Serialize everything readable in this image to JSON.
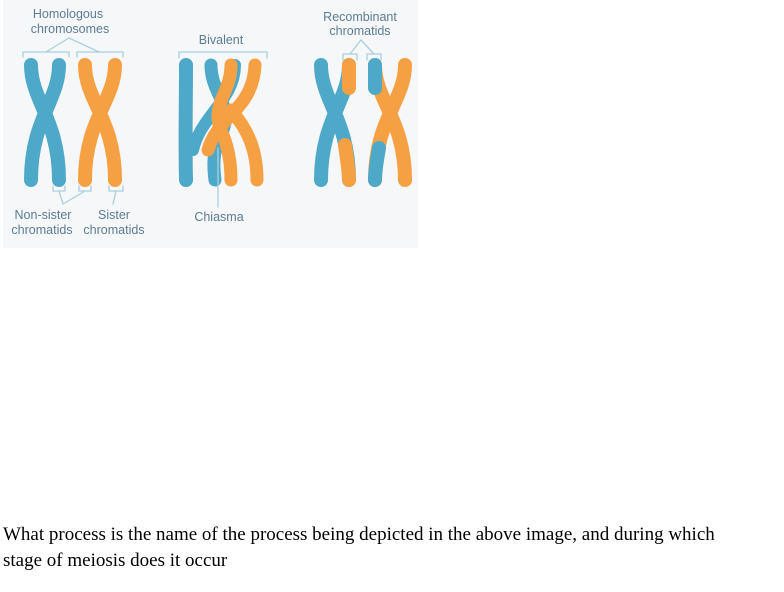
{
  "diagram": {
    "labels": {
      "homologous_line1": "Homologous",
      "homologous_line2": "chromosomes",
      "bivalent": "Bivalent",
      "recombinant_line1": "Recombinant",
      "recombinant_line2": "chromatids",
      "non_sister_line1": "Non-sister",
      "non_sister_line2": "chromatids",
      "sister_line1": "Sister",
      "sister_line2": "chromatids",
      "chiasma": "Chiasma"
    },
    "colors": {
      "blue": "#4ea9c9",
      "orange": "#f6a044",
      "label": "#5a7d92",
      "bracket": "#a9cfde"
    }
  },
  "question": {
    "line1": "What process is the name of the process being depicted in the above image, and during which",
    "line2": "stage of meiosis does it occur"
  }
}
